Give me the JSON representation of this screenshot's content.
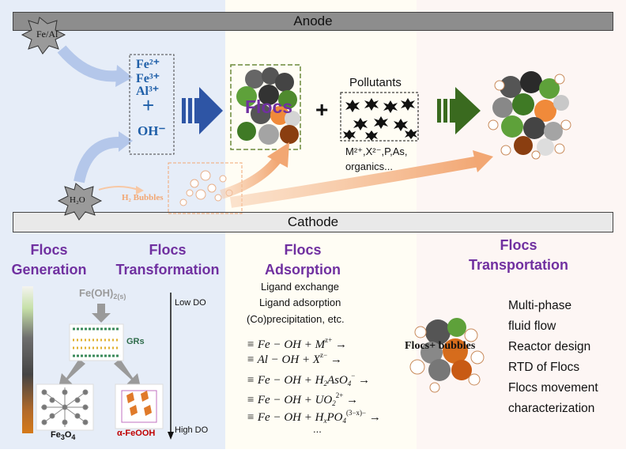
{
  "top": {
    "anode": "Anode",
    "cathode": "Cathode",
    "metal": "Fe/Al",
    "water": "H₂O",
    "ions": [
      "Fe²⁺",
      "Fe³⁺",
      "Al³⁺"
    ],
    "plus_sign": "+",
    "hydroxide": "OH⁻",
    "bubbles_label": "H₂ Bubbles",
    "flocs_label": "Flocs",
    "pollutants_title": "Pollutants",
    "pollutants_list": "M²⁺,X²⁻,P,As,",
    "pollutants_list2": "organics..."
  },
  "generation": {
    "title": "Flocs\nGeneration"
  },
  "transformation": {
    "title": "Flocs\nTransformation",
    "precursor": "Fe(OH)",
    "precursor_sub": "2(s)",
    "grs": "GRs",
    "product1_base": "Fe",
    "product1_sub1": "3",
    "product1_mid": "O",
    "product1_sub2": "4",
    "product2": "α-FeOOH",
    "low_do": "Low DO",
    "high_do": "High DO"
  },
  "adsorption": {
    "title": "Flocs\nAdsorption",
    "mech1": "Ligand exchange",
    "mech2": "Ligand adsorption",
    "mech3": "(Co)precipitation, etc.",
    "eq1": "≡ Fe − OH + M",
    "eq1_sup": "z+",
    "eq2": "≡ Al − OH + X",
    "eq2_sup": "z−",
    "eq3": "≡ Fe − OH + H",
    "eq3_sub1": "2",
    "eq3_mid": "AsO",
    "eq3_sub2": "4",
    "eq3_sup": "−",
    "eq4": "≡ Fe − OH + UO",
    "eq4_sub": "2",
    "eq4_sup": "2+",
    "eq5": "≡ Fe − OH + H",
    "eq5_sub1": "x",
    "eq5_mid": "PO",
    "eq5_sub2": "4",
    "eq5_sup": "(3−x)−",
    "arrow": "→",
    "ellipsis": "..."
  },
  "transportation": {
    "title": "Flocs\nTransportation",
    "floc_label": "Flocs+ bubbles",
    "items": [
      "Multi-phase",
      "fluid flow",
      "Reactor design",
      "RTD of Flocs",
      "Flocs movement",
      "characterization"
    ]
  },
  "colors": {
    "anode_bar": "#8d8d8d",
    "cathode_bar": "#e9e9e9",
    "title_purple": "#7030a0",
    "ion_blue": "#1f5fa8",
    "arrow_blue": "#2e55a5",
    "arrow_green": "#3a6a1f",
    "bubble_orange": "#f2a773"
  }
}
